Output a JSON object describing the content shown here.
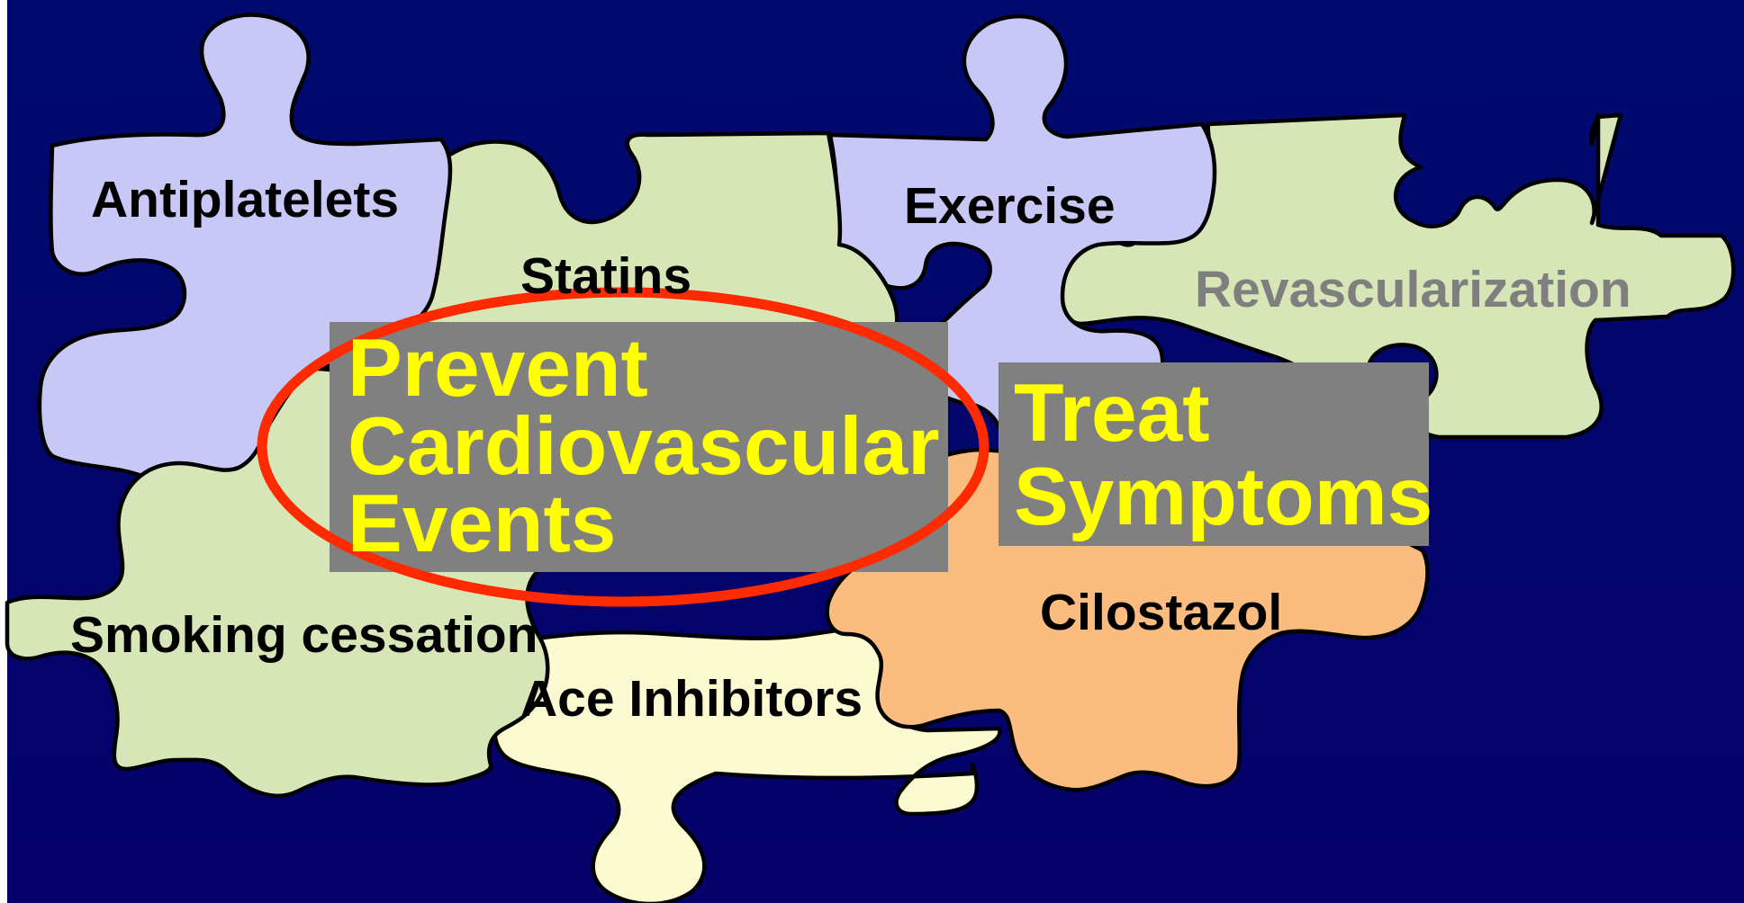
{
  "colors": {
    "background_top": "#000a6e",
    "background_bottom": "#05006a",
    "piece_lavender": "#c8c8f7",
    "piece_green": "#d7e6b7",
    "piece_cream": "#fcfad0",
    "piece_orange": "#fbbd7f",
    "box_gray": "#808080",
    "box_text": "#ffff00",
    "label_dark": "#000000",
    "label_muted": "#7f7f7f",
    "highlight_ellipse": "#ff2a00"
  },
  "pieces": {
    "antiplatelets": "Antiplatelets",
    "statins": "Statins",
    "exercise": "Exercise",
    "revascularization": "Revascularization",
    "smoking_cessation": "Smoking cessation",
    "ace_inhibitors": "Ace Inhibitors",
    "cilostazol": "Cilostazol"
  },
  "boxes": {
    "prevent": [
      "Prevent",
      "Cardiovascular",
      "Events"
    ],
    "treat": [
      "Treat",
      "Symptoms"
    ]
  }
}
